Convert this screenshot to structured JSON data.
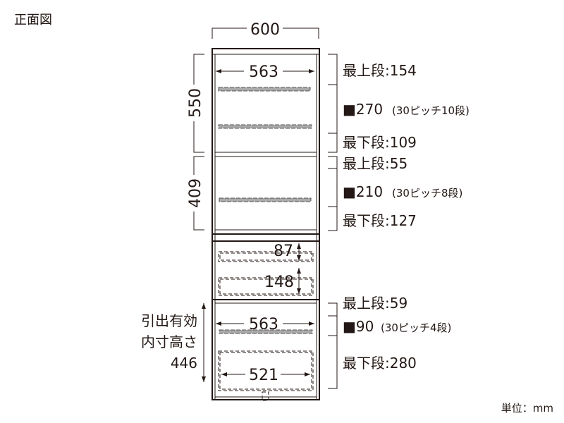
{
  "title": "正面図",
  "unit": "単位：mm",
  "dims": {
    "total_width": "600",
    "inner_width_top": "563",
    "upper_height": "550",
    "middle_height": "409",
    "drawer1_height": "87",
    "drawer2_height": "148",
    "inner_width_bottom": "563",
    "drawer_width": "521",
    "pullout_label_1": "引出有効",
    "pullout_label_2": "内寸高さ",
    "pullout_value": "446"
  },
  "shelf_specs": [
    {
      "top": "最上段:154",
      "pitch": "■270",
      "pitch_note": "(30ピッチ10段)",
      "bottom": "最下段:109"
    },
    {
      "top": "最上段:55",
      "pitch": "■210",
      "pitch_note": "(30ピッチ8段)",
      "bottom": "最下段:127"
    },
    {
      "top": "最上段:59",
      "pitch": "■90",
      "pitch_note": "(30ピッチ4段)",
      "bottom": "最下段:280"
    }
  ]
}
